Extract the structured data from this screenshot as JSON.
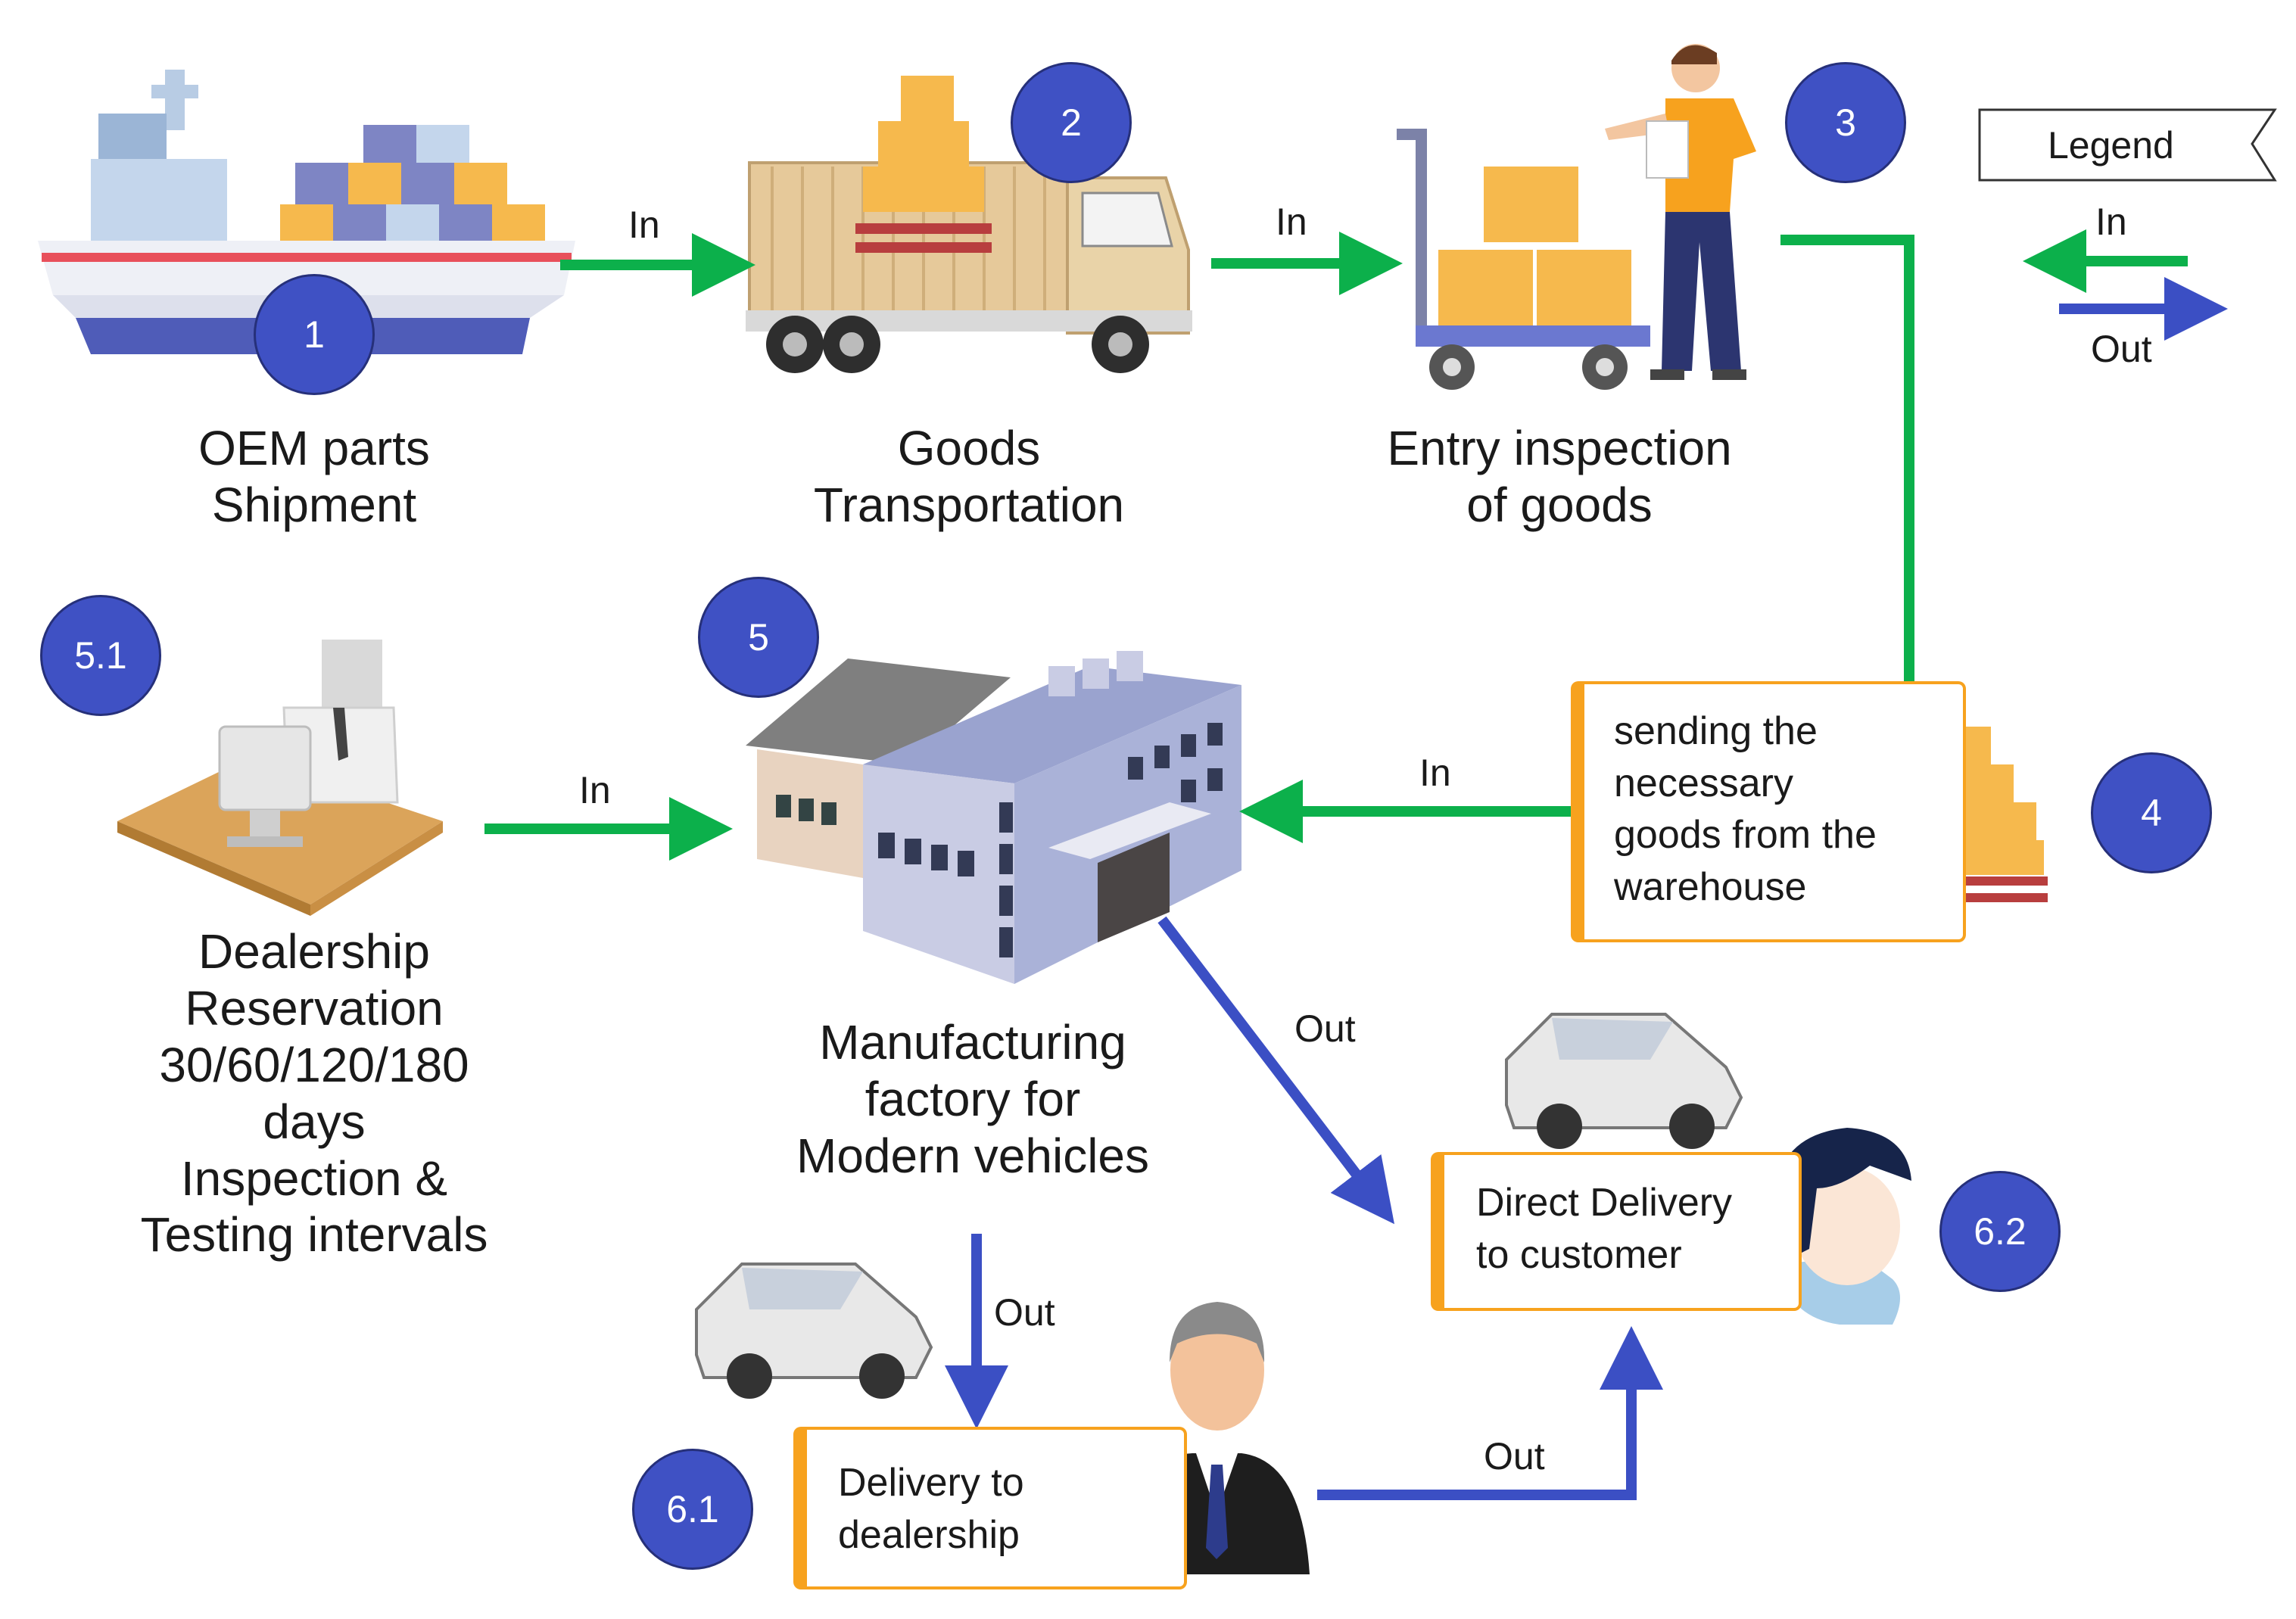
{
  "steps": [
    {
      "badge": "1",
      "lines": [
        "OEM parts",
        "Shipment"
      ]
    },
    {
      "badge": "2",
      "lines": [
        "Goods",
        "Transportation"
      ]
    },
    {
      "badge": "3",
      "lines": [
        "Entry inspection",
        "of goods"
      ]
    },
    {
      "badge": "4",
      "lines": [
        "sending the",
        "necessary",
        "goods from the",
        "warehouse"
      ]
    },
    {
      "badge": "5",
      "lines": [
        "Manufacturing",
        "factory for",
        "Modern vehicles"
      ]
    },
    {
      "badge": "5.1",
      "lines": [
        "Dealership",
        "Reservation",
        "30/60/120/180",
        "days",
        "Inspection &",
        "Testing intervals"
      ]
    },
    {
      "badge": "6.1",
      "lines": [
        "Delivery to",
        "dealership"
      ]
    },
    {
      "badge": "6.2",
      "lines": [
        "Direct Delivery",
        "to customer"
      ]
    }
  ],
  "arrows": {
    "in_label": "In",
    "out_label": "Out"
  },
  "legend": {
    "title": "Legend",
    "in_label": "In",
    "out_label": "Out",
    "in_color": "#0cb04b",
    "out_color": "#3b4fc4"
  },
  "colors": {
    "badge": "#3f51c4",
    "box_accent": "#f7a21e",
    "in_arrow": "#0cb04b",
    "out_arrow": "#3b4fc4"
  }
}
